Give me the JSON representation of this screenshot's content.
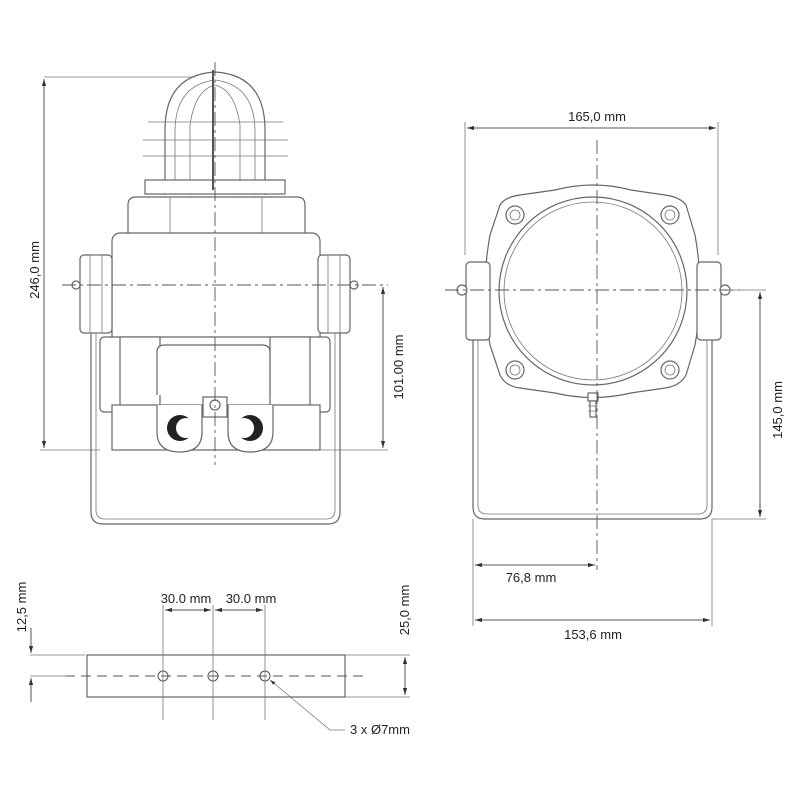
{
  "front_view": {
    "height_dim": "246,0 mm",
    "pivot_dim": "101.00 mm"
  },
  "side_view": {
    "width_dim": "165,0 mm",
    "height_dim": "145,0 mm",
    "half_bail_dim": "76,8 mm",
    "bail_width_dim": "153,6 mm"
  },
  "bracket_view": {
    "hole_spacing_left": "30.0 mm",
    "hole_spacing_right": "30.0 mm",
    "centerline_offset_dim": "12,5 mm",
    "bracket_width_dim": "25,0 mm",
    "holes_callout": "3 x Ø7mm"
  }
}
